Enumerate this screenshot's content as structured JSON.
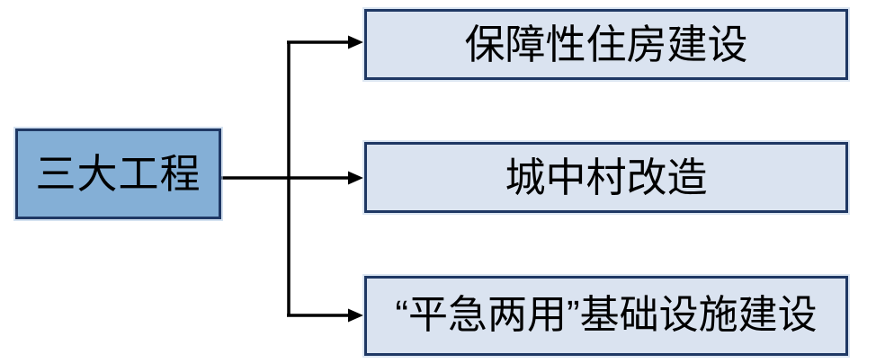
{
  "diagram": {
    "type": "tree",
    "direction": "left-to-right",
    "root": {
      "label": "三大工程"
    },
    "branches": [
      {
        "label": "保障性住房建设"
      },
      {
        "label": "城中村改造"
      },
      {
        "label": "“平急两用”基础设施建设"
      }
    ],
    "colors": {
      "background": "#FFFFFF",
      "root_fill": "#84AFD6",
      "root_border": "#1F3864",
      "branch_fill": "#DAE3F0",
      "branch_border": "#1F3864",
      "connector": "#000000",
      "text": "#000000"
    }
  }
}
